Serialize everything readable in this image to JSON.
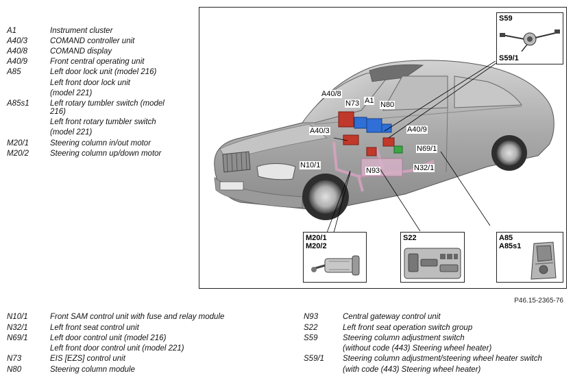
{
  "legend_top": [
    {
      "code": "A1",
      "lines": [
        "Instrument cluster"
      ]
    },
    {
      "code": "A40/3",
      "lines": [
        "COMAND controller unit"
      ]
    },
    {
      "code": "A40/8",
      "lines": [
        "COMAND display"
      ]
    },
    {
      "code": "A40/9",
      "lines": [
        "Front central operating unit"
      ]
    },
    {
      "code": "A85",
      "lines": [
        "Left door lock unit (model 216)",
        "Left front door lock unit",
        "(model 221)"
      ]
    },
    {
      "code": "A85s1",
      "lines": [
        "Left rotary tumbler switch (model",
        "216)",
        "Left front rotary tumbler switch",
        "(model 221)"
      ]
    },
    {
      "code": "M20/1",
      "lines": [
        "Steering column in/out motor"
      ]
    },
    {
      "code": "M20/2",
      "lines": [
        "Steering column up/down motor"
      ]
    }
  ],
  "legend_bottom_left": [
    {
      "code": "N10/1",
      "lines": [
        "Front SAM control unit with fuse and relay module"
      ]
    },
    {
      "code": "N32/1",
      "lines": [
        "Left front seat control unit"
      ]
    },
    {
      "code": "N69/1",
      "lines": [
        "Left door control unit (model 216)",
        "Left front door control unit (model 221)"
      ]
    },
    {
      "code": "N73",
      "lines": [
        "EIS [EZS] control unit"
      ]
    },
    {
      "code": "N80",
      "lines": [
        "Steering column module"
      ]
    }
  ],
  "legend_bottom_right": [
    {
      "code": "N93",
      "lines": [
        "Central gateway control unit"
      ]
    },
    {
      "code": "S22",
      "lines": [
        "Left front seat operation switch group"
      ]
    },
    {
      "code": "S59",
      "lines": [
        "Steering column adjustment switch",
        "(without code (443) Steering wheel heater)"
      ]
    },
    {
      "code": "S59/1",
      "lines": [
        "Steering column adjustment/steering wheel heater switch",
        "(with code (443) Steering wheel heater)"
      ]
    }
  ],
  "diagram_labels": {
    "a40_8": "A40/8",
    "n73": "N73",
    "a1": "A1",
    "n80": "N80",
    "a40_3": "A40/3",
    "a40_9": "A40/9",
    "n69_1": "N69/1",
    "n10_1": "N10/1",
    "n93": "N93",
    "n32_1": "N32/1"
  },
  "insets": {
    "s59": {
      "label_top": "S59",
      "label_bottom": "S59/1"
    },
    "m20": {
      "label_1": "M20/1",
      "label_2": "M20/2"
    },
    "s22": {
      "label": "S22"
    },
    "a85": {
      "label_1": "A85",
      "label_2": "A85s1"
    }
  },
  "figure_id": "P46.15-2365-76",
  "colors": {
    "car_body": "#a9a9a9",
    "module_red": "#c0392b",
    "module_blue": "#2f6fd6",
    "module_green": "#39a845",
    "harness_pink": "#d7a3c1"
  }
}
